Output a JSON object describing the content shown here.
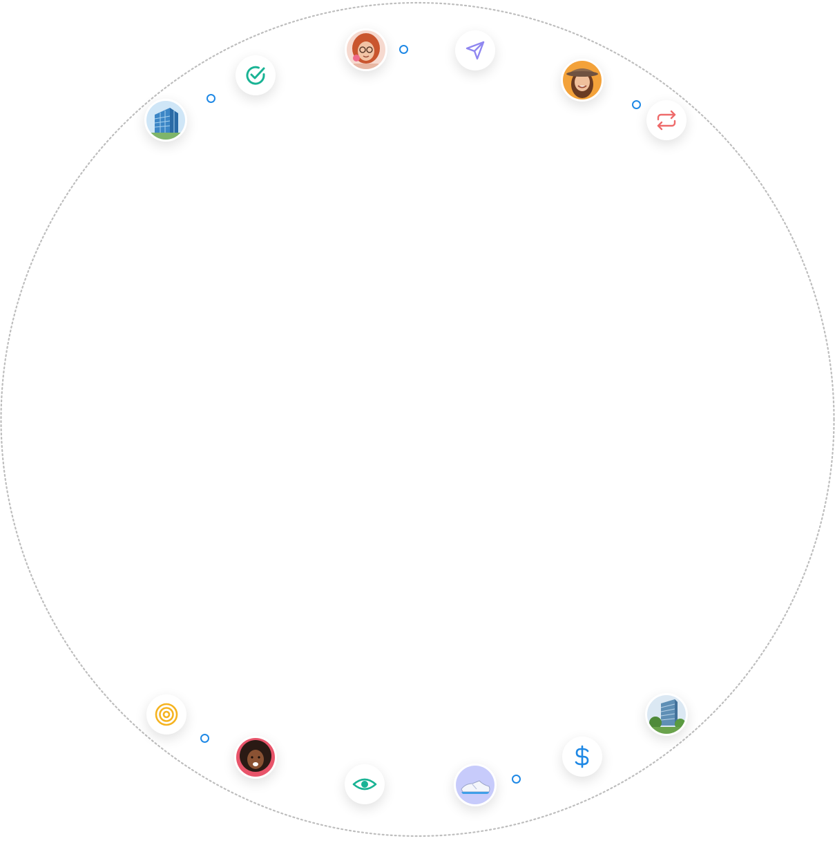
{
  "colors": {
    "ring": "#bdbdbd",
    "connector_dot": "#1e88e5",
    "check": "#19b394",
    "send": "#8f86f0",
    "repeat": "#ee6a6a",
    "target": "#f5b320",
    "eye": "#19b394",
    "dollar": "#1e88e5"
  },
  "nodes": [
    {
      "kind": "icon",
      "icon": "check-circle-icon"
    },
    {
      "kind": "photo",
      "icon": "avatar-redhead-glasses"
    },
    {
      "kind": "icon",
      "icon": "send-arrow-icon"
    },
    {
      "kind": "photo",
      "icon": "avatar-woman-hat"
    },
    {
      "kind": "icon",
      "icon": "repeat-icon"
    },
    {
      "kind": "photo",
      "icon": "office-building-glass"
    },
    {
      "kind": "icon",
      "icon": "target-icon"
    },
    {
      "kind": "photo",
      "icon": "avatar-curly-hair-woman"
    },
    {
      "kind": "icon",
      "icon": "eye-icon"
    },
    {
      "kind": "photo",
      "icon": "sneaker-product"
    },
    {
      "kind": "icon",
      "icon": "dollar-icon"
    },
    {
      "kind": "photo",
      "icon": "office-building-trees"
    }
  ]
}
